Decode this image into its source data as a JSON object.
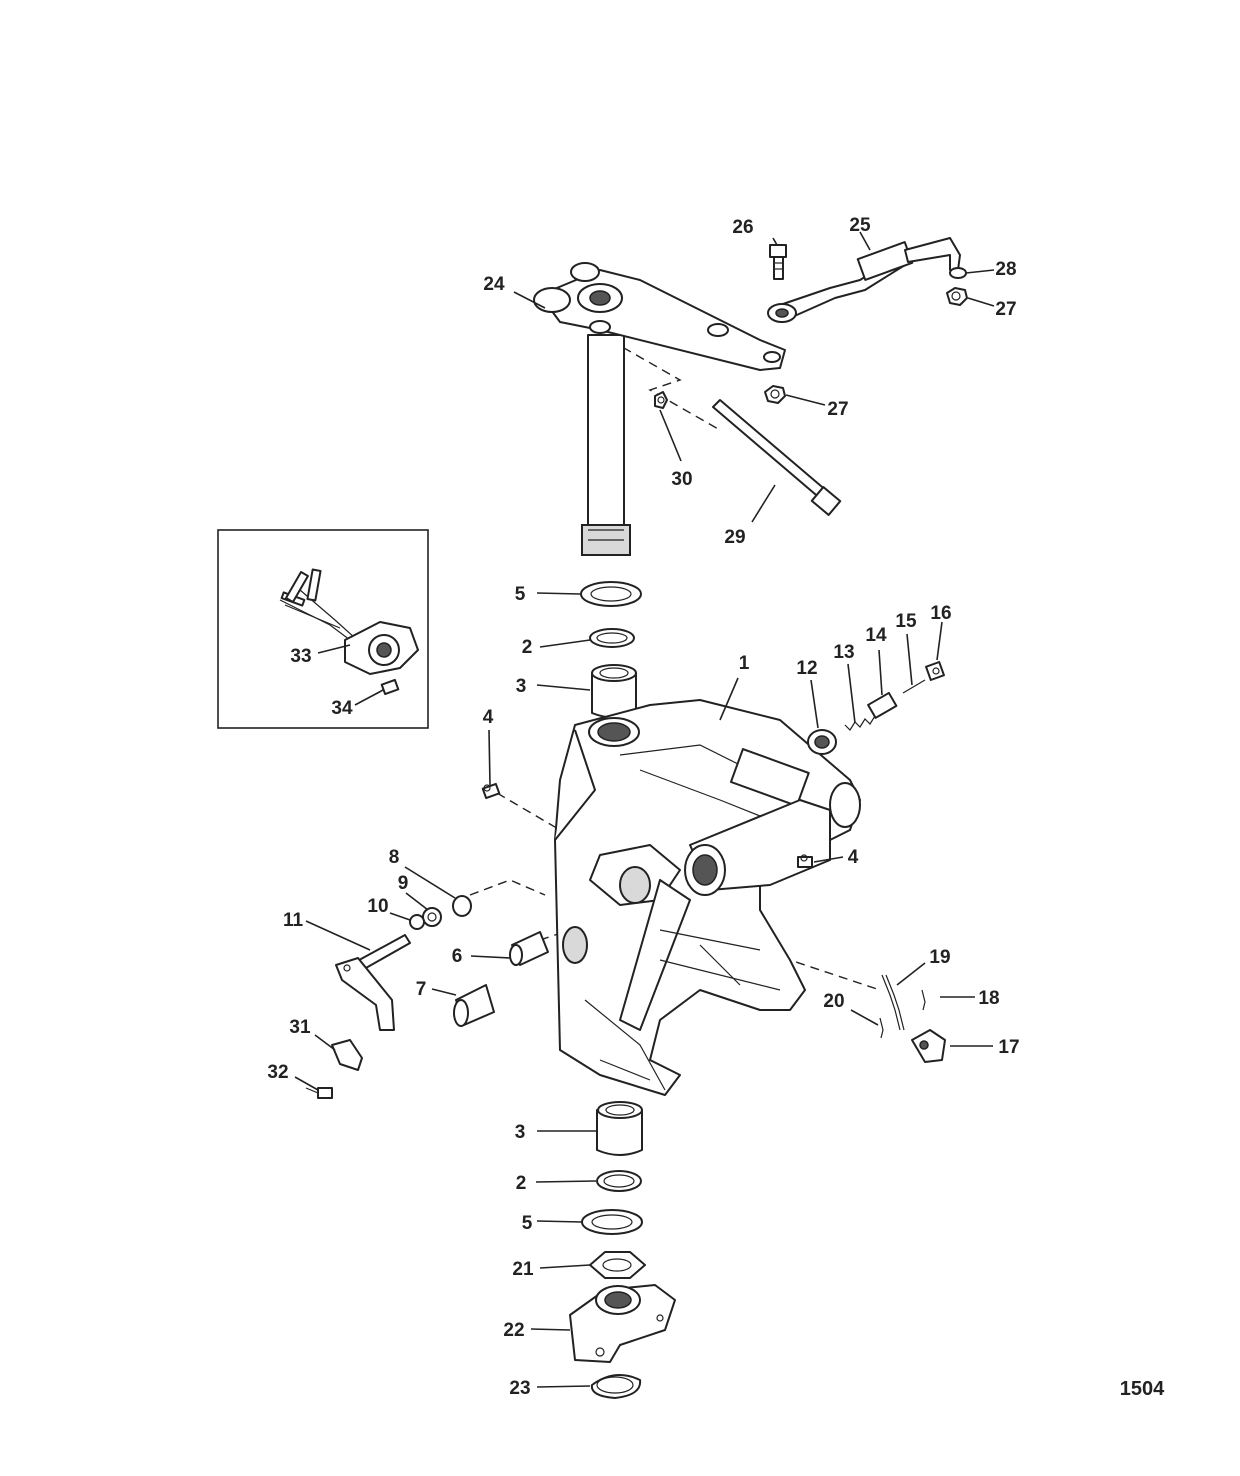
{
  "diagram": {
    "figure_number": "1504",
    "callouts": [
      "1",
      "2",
      "3",
      "4",
      "5",
      "6",
      "7",
      "8",
      "9",
      "10",
      "11",
      "12",
      "13",
      "14",
      "15",
      "16",
      "17",
      "18",
      "19",
      "20",
      "21",
      "22",
      "23",
      "24",
      "25",
      "26",
      "27",
      "28",
      "29",
      "30",
      "31",
      "32",
      "33",
      "34"
    ]
  }
}
